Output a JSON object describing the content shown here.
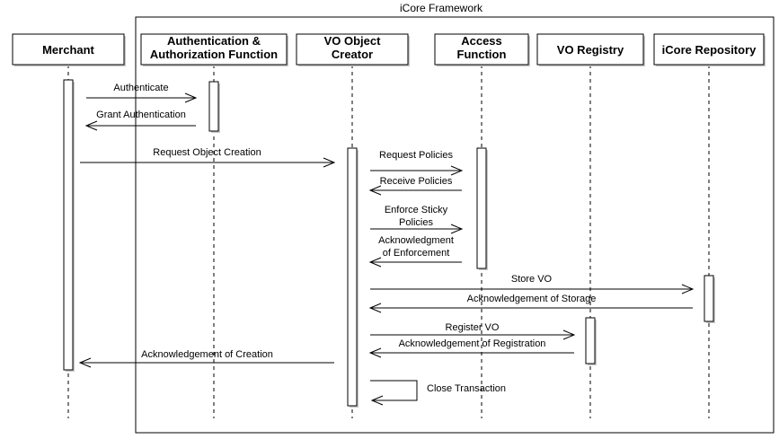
{
  "frame": {
    "title": "iCore Framework"
  },
  "actors": [
    {
      "id": "merchant",
      "lines": [
        "Merchant"
      ]
    },
    {
      "id": "auth",
      "lines": [
        "Authentication &",
        "Authorization Function"
      ]
    },
    {
      "id": "creator",
      "lines": [
        "VO Object",
        "Creator"
      ]
    },
    {
      "id": "access",
      "lines": [
        "Access",
        "Function"
      ]
    },
    {
      "id": "registry",
      "lines": [
        "VO Registry"
      ]
    },
    {
      "id": "repo",
      "lines": [
        "iCore Repository"
      ]
    }
  ],
  "messages": [
    {
      "id": "authenticate",
      "from": "merchant",
      "to": "auth",
      "lines": [
        "Authenticate"
      ]
    },
    {
      "id": "grant-authentication",
      "from": "auth",
      "to": "merchant",
      "lines": [
        "Grant Authentication"
      ]
    },
    {
      "id": "request-object-creation",
      "from": "merchant",
      "to": "creator",
      "lines": [
        "Request Object Creation"
      ]
    },
    {
      "id": "request-policies",
      "from": "creator",
      "to": "access",
      "lines": [
        "Request Policies"
      ]
    },
    {
      "id": "receive-policies",
      "from": "access",
      "to": "creator",
      "lines": [
        "Receive Policies"
      ]
    },
    {
      "id": "enforce-sticky-policies",
      "from": "creator",
      "to": "access",
      "lines": [
        "Enforce Sticky",
        "Policies"
      ]
    },
    {
      "id": "acknowledgment-of-enforcement",
      "from": "access",
      "to": "creator",
      "lines": [
        "Acknowledgment",
        "of Enforcement"
      ]
    },
    {
      "id": "store-vo",
      "from": "creator",
      "to": "repo",
      "lines": [
        "Store VO"
      ]
    },
    {
      "id": "acknowledgement-of-storage",
      "from": "repo",
      "to": "creator",
      "lines": [
        "Acknowledgement of Storage"
      ]
    },
    {
      "id": "register-vo",
      "from": "creator",
      "to": "registry",
      "lines": [
        "Register VO"
      ]
    },
    {
      "id": "acknowledgement-of-registration",
      "from": "registry",
      "to": "creator",
      "lines": [
        "Acknowledgement of Registration"
      ]
    },
    {
      "id": "acknowledgement-of-creation",
      "from": "creator",
      "to": "merchant",
      "lines": [
        "Acknowledgement of Creation"
      ]
    },
    {
      "id": "close-transaction",
      "from": "creator",
      "to": "creator",
      "lines": [
        "Close Transaction"
      ]
    }
  ]
}
